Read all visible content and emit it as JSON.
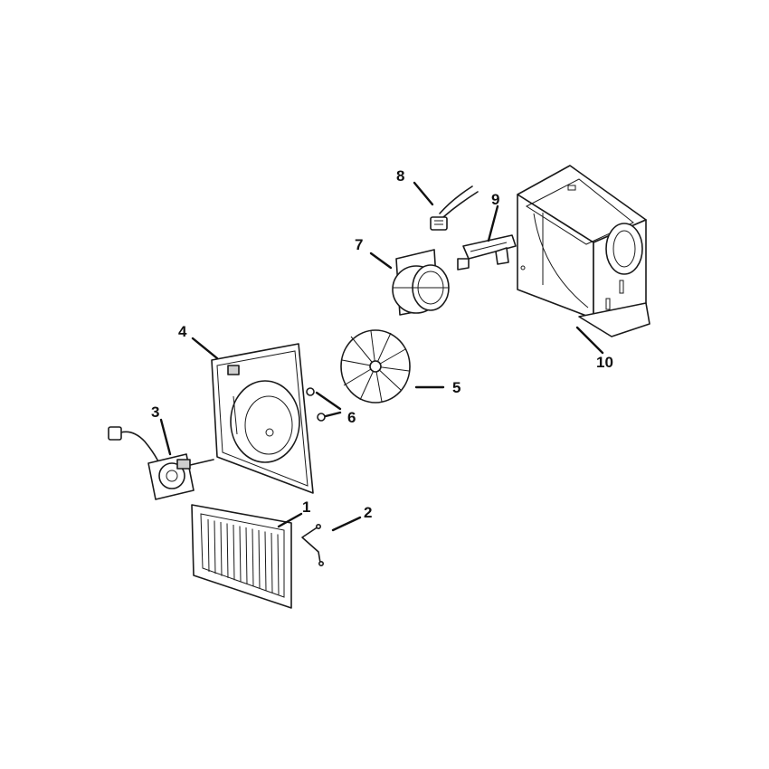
{
  "diagram": {
    "callouts": [
      {
        "id": "callout-1",
        "label": "1"
      },
      {
        "id": "callout-2",
        "label": "2"
      },
      {
        "id": "callout-3",
        "label": "3"
      },
      {
        "id": "callout-4",
        "label": "4"
      },
      {
        "id": "callout-5",
        "label": "5"
      },
      {
        "id": "callout-6",
        "label": "6"
      },
      {
        "id": "callout-7",
        "label": "7"
      },
      {
        "id": "callout-8",
        "label": "8"
      },
      {
        "id": "callout-9",
        "label": "9"
      },
      {
        "id": "callout-10",
        "label": "10"
      }
    ]
  }
}
